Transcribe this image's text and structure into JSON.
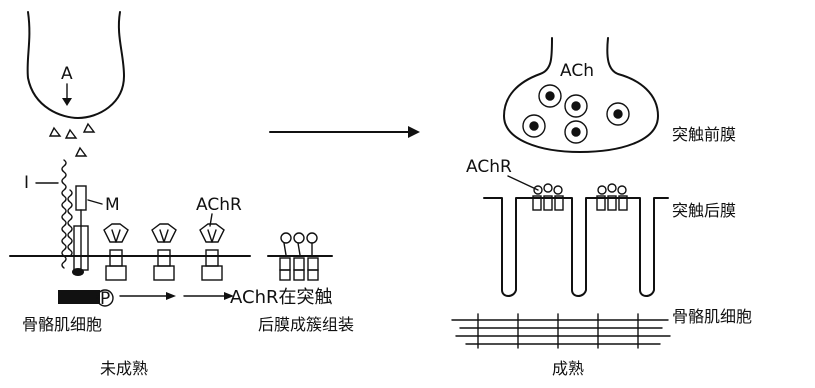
{
  "labels": {
    "A": "A",
    "I": "I",
    "M": "M",
    "AChR_left": "AChR",
    "P": "P",
    "skeletal_left": "骨骼肌细胞",
    "cluster_line1": "AChR在突触",
    "cluster_line2": "后膜成簇组装",
    "immature": "未成熟",
    "ACh": "ACh",
    "presyn": "突触前膜",
    "AChR_right": "AChR",
    "postsyn": "突触后膜",
    "skeletal_right": "骨骼肌细胞",
    "mature": "成熟"
  },
  "colors": {
    "ink": "#111111",
    "background": "#ffffff"
  }
}
